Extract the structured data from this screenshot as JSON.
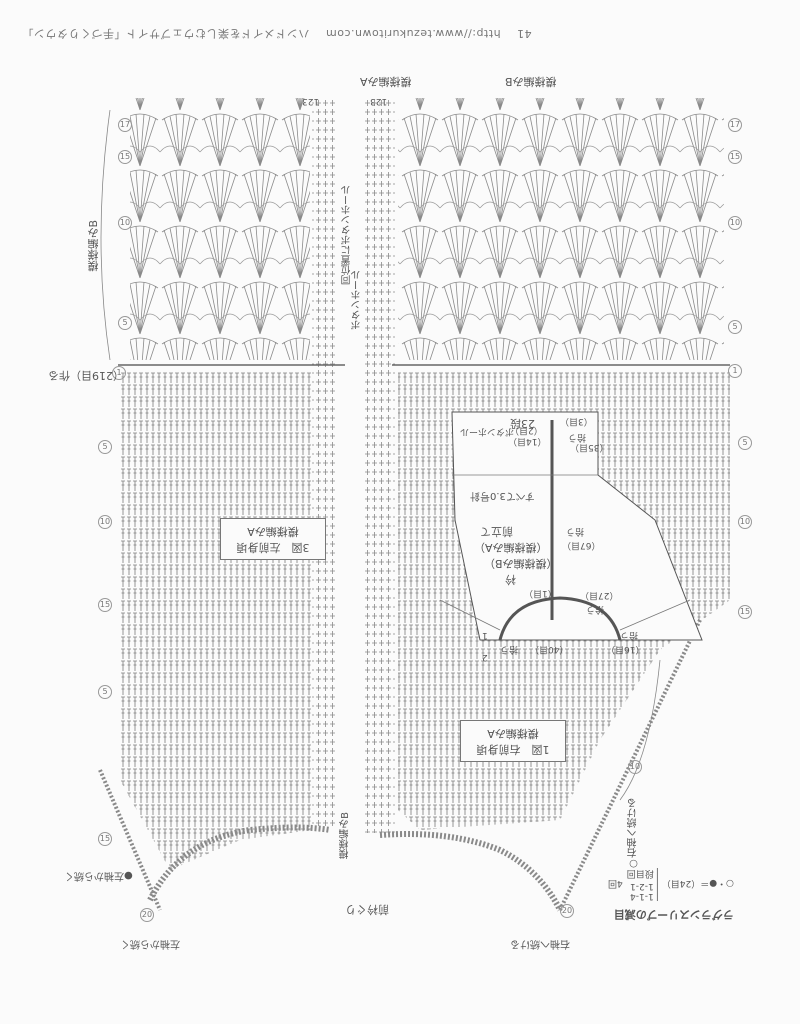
{
  "header": {
    "page_number": "41",
    "url": "http://www.tezukuritown.com",
    "caption": "ハンドメイドを楽しむウェブサイト「手づくりタウン」"
  },
  "left_panel": {
    "stitch_label": "模様編みB",
    "stitch_label_a": "模様編みA",
    "count_label": "（219目）作る",
    "figure_title": "3図　左前身頃",
    "figure_subtitle": "模様編みA",
    "edge_label": "左袖から続く",
    "side_label": "●左袖から続く",
    "vertical_note": "同位置にボタンホール",
    "rows_top": [
      "1",
      "2",
      "3"
    ]
  },
  "right_panel": {
    "stitch_label": "模様編みB",
    "figure_title": "1図　右前身頃",
    "figure_subtitle": "模様編みA",
    "edge_label": "右袖へ続ける",
    "side_label": "○右袖へ続ける",
    "rows_top": [
      "1",
      "2",
      "3"
    ]
  },
  "center": {
    "vertical_label": "ボタンホール",
    "bottom_label": "前衿ぐり",
    "left_stitch": "模様編みA",
    "left_stitch2": "模様編みB"
  },
  "overlay": {
    "row_count": "23段",
    "counts": [
      "（3目）",
      "（2目）",
      "（14目）",
      "（35目）",
      "（67目）",
      "（27目）",
      "（1目）",
      "（16目）",
      "（40目）"
    ],
    "pickup": [
      "拾う",
      "拾う",
      "拾う",
      "拾う",
      "拾う"
    ],
    "buttonhole": "ボタンホール",
    "note": "すべて3.0号針",
    "front_band": "前立て",
    "front_band_stitch": "（模様編みA）",
    "collar": "衿",
    "collar_stitch": "（模様編みB）",
    "row_nums": [
      "1",
      "2"
    ]
  },
  "legend": {
    "title": "ラグランスリーブの減目",
    "formula": "○・●＝（24目）",
    "rows": [
      "1-1-4",
      "1-2-1",
      "段目回"
    ],
    "times": "4回"
  },
  "colors": {
    "ink": "#5a5a5a",
    "light_ink": "#8a8a8a",
    "paper": "#fbfbfb"
  }
}
